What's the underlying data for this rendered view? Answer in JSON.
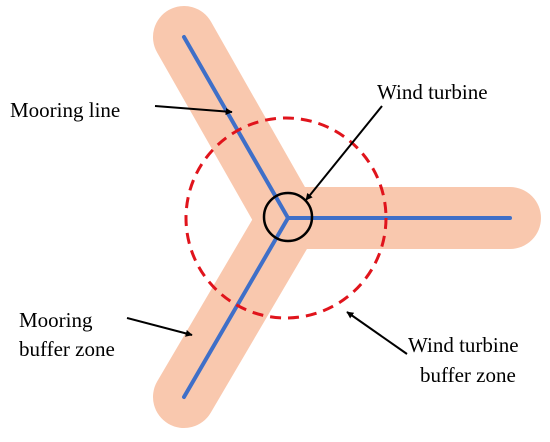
{
  "labels": {
    "mooring_line": "Mooring line",
    "wind_turbine": "Wind turbine",
    "mooring_buffer_zone_line1": "Mooring",
    "mooring_buffer_zone_line2": "buffer zone",
    "wind_turbine_buffer_zone_line1": "Wind turbine",
    "wind_turbine_buffer_zone_line2": "buffer zone"
  },
  "colors": {
    "mooring_buffer_fill": "#F9C8AE",
    "mooring_line": "#3F6FC8",
    "turbine_buffer_circle": "#E0141C",
    "turbine_marker": "#000000",
    "arrows": "#000000"
  }
}
